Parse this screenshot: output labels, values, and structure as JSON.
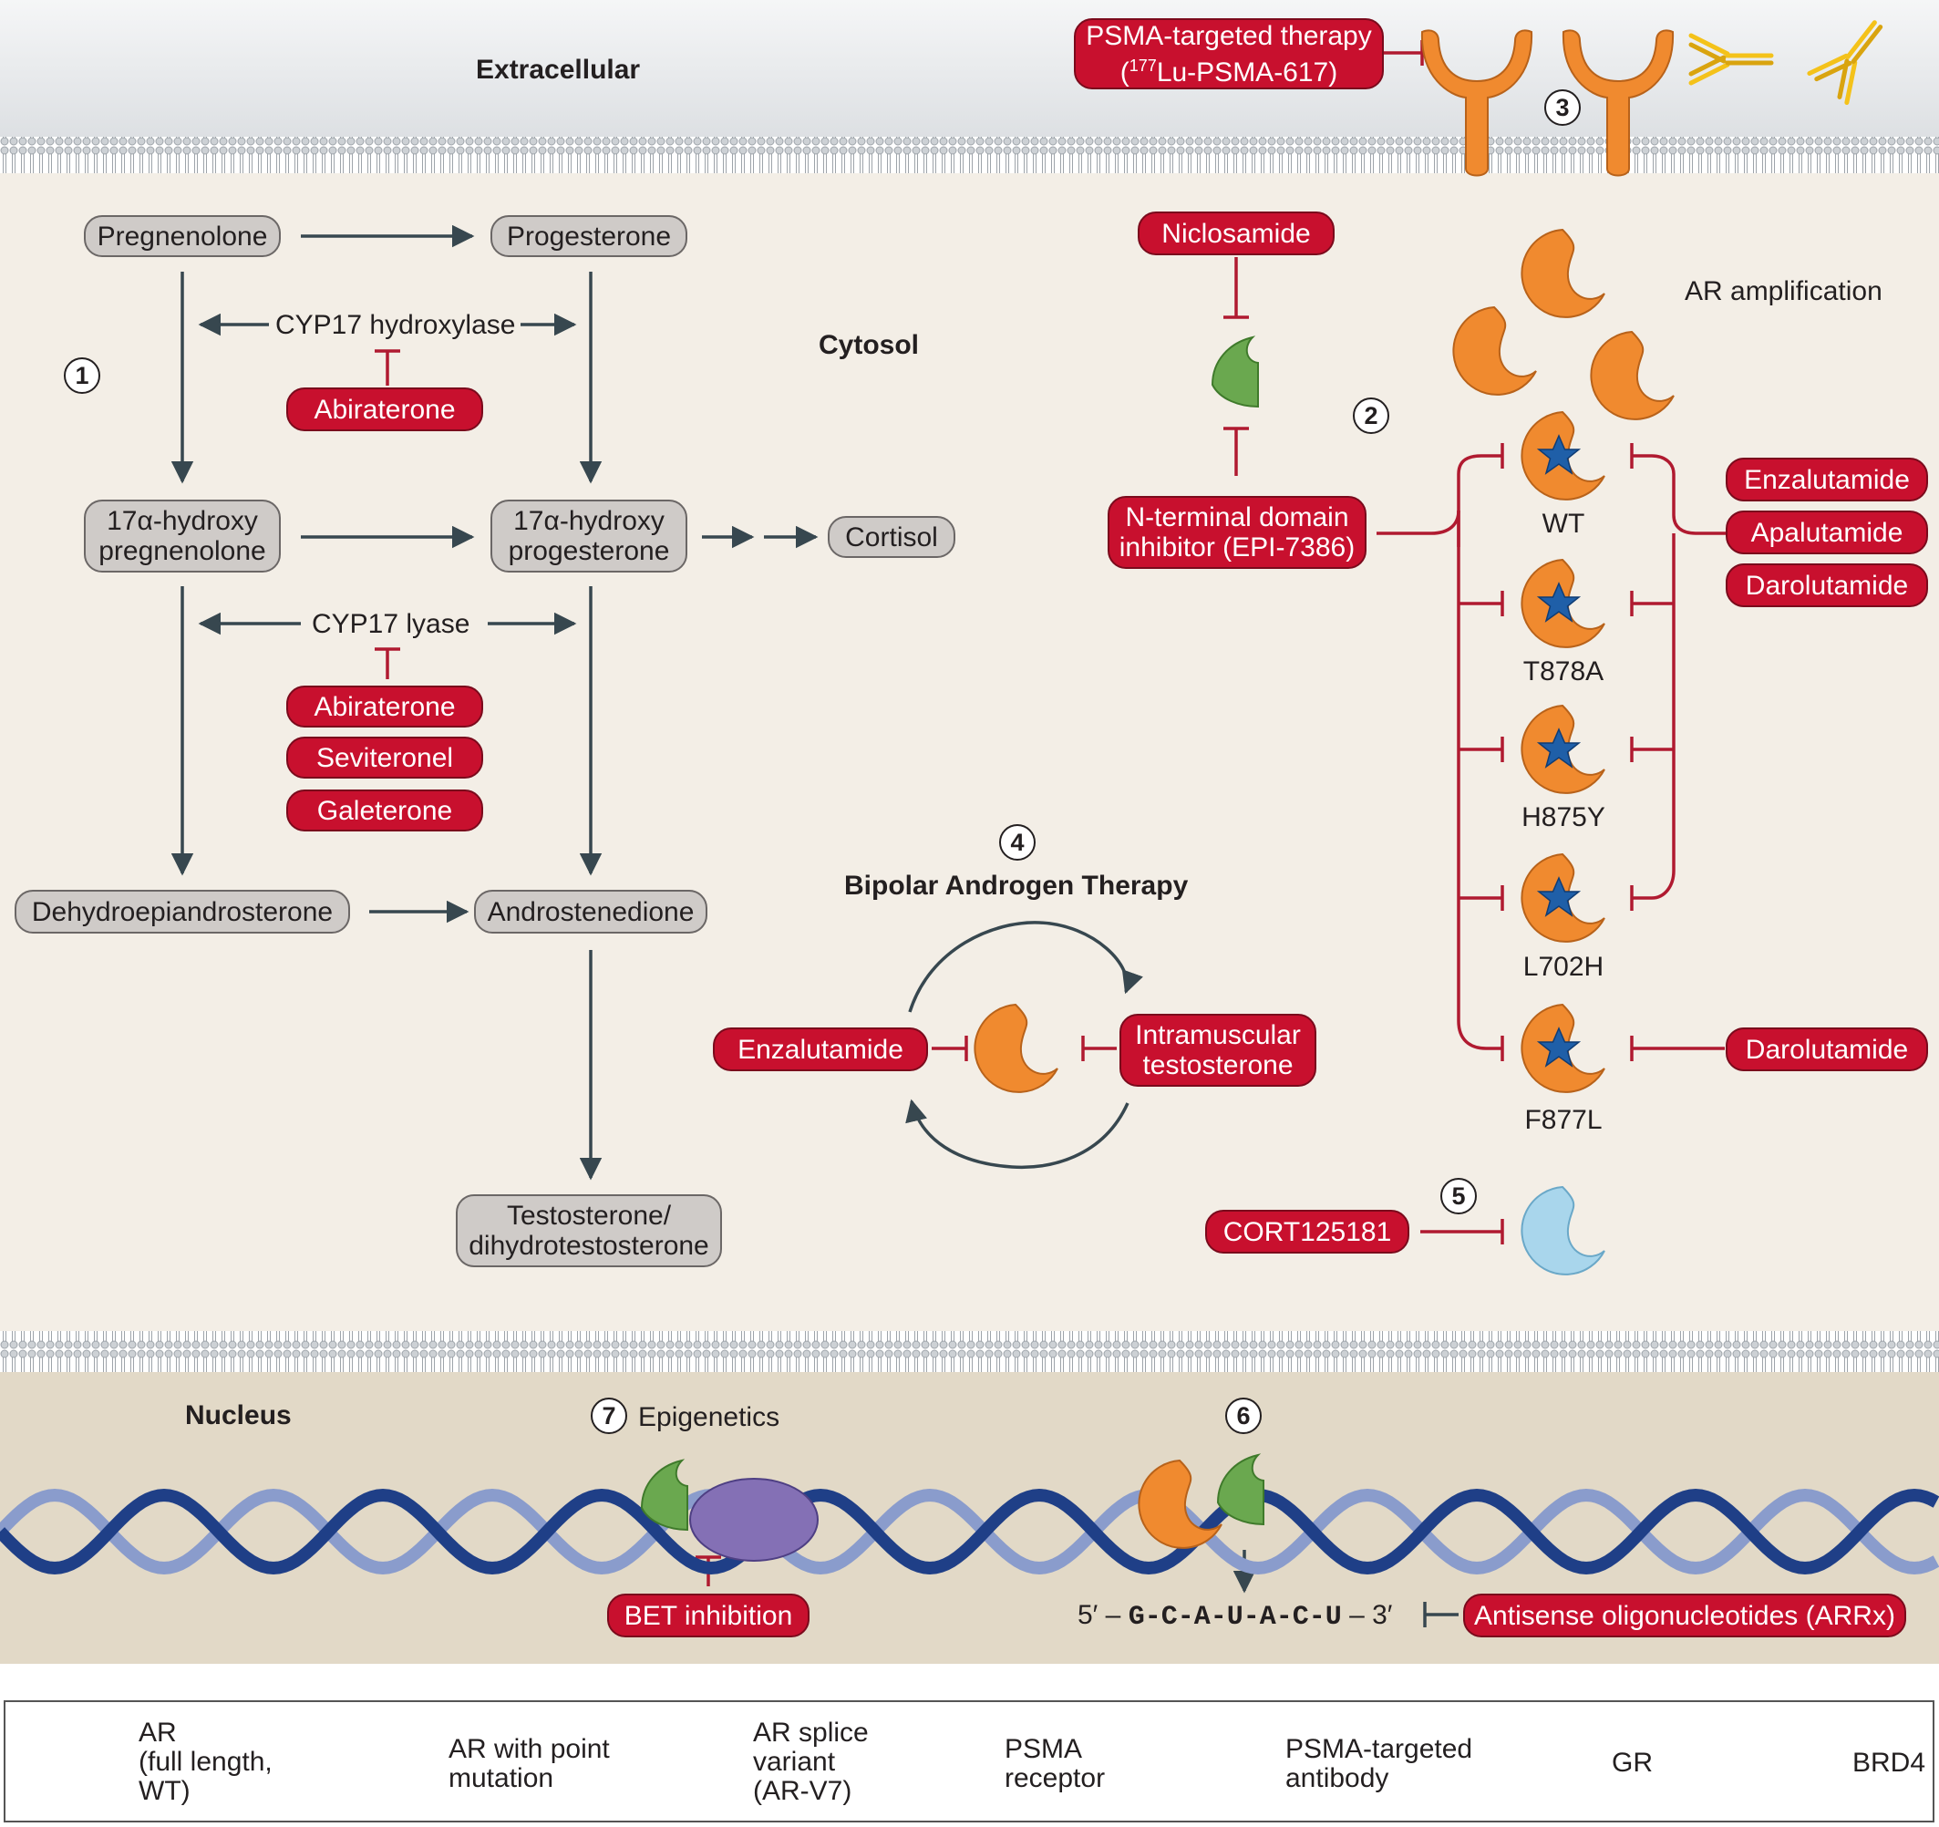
{
  "zones": {
    "extracellular": "Extracellular",
    "cytosol": "Cytosol",
    "nucleus": "Nucleus"
  },
  "steroids": {
    "pregnenolone": "Pregnenolone",
    "progesterone": "Progesterone",
    "oh_pregnenolone_1": "17α-hydroxy",
    "oh_pregnenolone_2": "pregnenolone",
    "oh_progesterone_1": "17α-hydroxy",
    "oh_progesterone_2": "progesterone",
    "cortisol": "Cortisol",
    "dhea": "Dehydroepiandrosterone",
    "androstenedione": "Androstenedione",
    "testosterone_1": "Testosterone/",
    "testosterone_2": "dihydrotestosterone"
  },
  "enzymes": {
    "hydroxylase": "CYP17 hydroxylase",
    "lyase": "CYP17 lyase"
  },
  "drugs": {
    "abiraterone_a": "Abiraterone",
    "abiraterone_b": "Abiraterone",
    "seviteronel": "Seviteronel",
    "galeterone": "Galeterone",
    "psma_therapy_1": "PSMA-targeted therapy",
    "psma_therapy_2_sup": "177",
    "psma_therapy_2": "Lu-PSMA-617)",
    "psma_therapy_2_open": "(",
    "niclosamide": "Niclosamide",
    "ntd_1": "N-terminal domain",
    "ntd_2": "inhibitor (EPI-7386)",
    "enzalutamide_r": "Enzalutamide",
    "apalutamide": "Apalutamide",
    "darolutamide_a": "Darolutamide",
    "darolutamide_b": "Darolutamide",
    "enzalutamide_bat": "Enzalutamide",
    "im_testo_1": "Intramuscular",
    "im_testo_2": "testosterone",
    "cort": "CORT125181",
    "bet": "BET inhibition",
    "aso": "Antisense oligonucleotides (ARRx)"
  },
  "labels": {
    "ar_amplification": "AR amplification",
    "bat": "Bipolar Androgen Therapy",
    "epigenetics": "Epigenetics",
    "mutants": [
      "WT",
      "T878A",
      "H875Y",
      "L702H",
      "F877L"
    ],
    "rna_5": "5′ –",
    "rna_seq": "G-C-A-U-A-C-U",
    "rna_3": "– 3′"
  },
  "steps": [
    "1",
    "2",
    "3",
    "4",
    "5",
    "6",
    "7"
  ],
  "legend": {
    "ar_1": "AR",
    "ar_2": "(full length,",
    "ar_3": "WT)",
    "mut_1": "AR with point",
    "mut_2": "mutation",
    "sv_1": "AR splice",
    "sv_2": "variant",
    "sv_3": "(AR-V7)",
    "psma_1": "PSMA",
    "psma_2": "receptor",
    "ab_1": "PSMA-targeted",
    "ab_2": "antibody",
    "gr": "GR",
    "brd4": "BRD4"
  },
  "colors": {
    "drug_red": "#c8102e",
    "ar_orange": "#f08a2f",
    "splice_green": "#6aa84f",
    "gr_blue": "#a9d6ec",
    "brd4_purple": "#8470b5",
    "mutation_star": "#1f5fa8",
    "antibody_yellow": "#f4c21a",
    "dna_dark": "#1f3f87",
    "dna_light": "#8a9ccc"
  },
  "icons": [
    "ar-icon",
    "ar-mutant-icon",
    "ar-v7-icon",
    "psma-receptor-icon",
    "psma-antibody-icon",
    "gr-icon",
    "brd4-icon",
    "star-icon"
  ]
}
